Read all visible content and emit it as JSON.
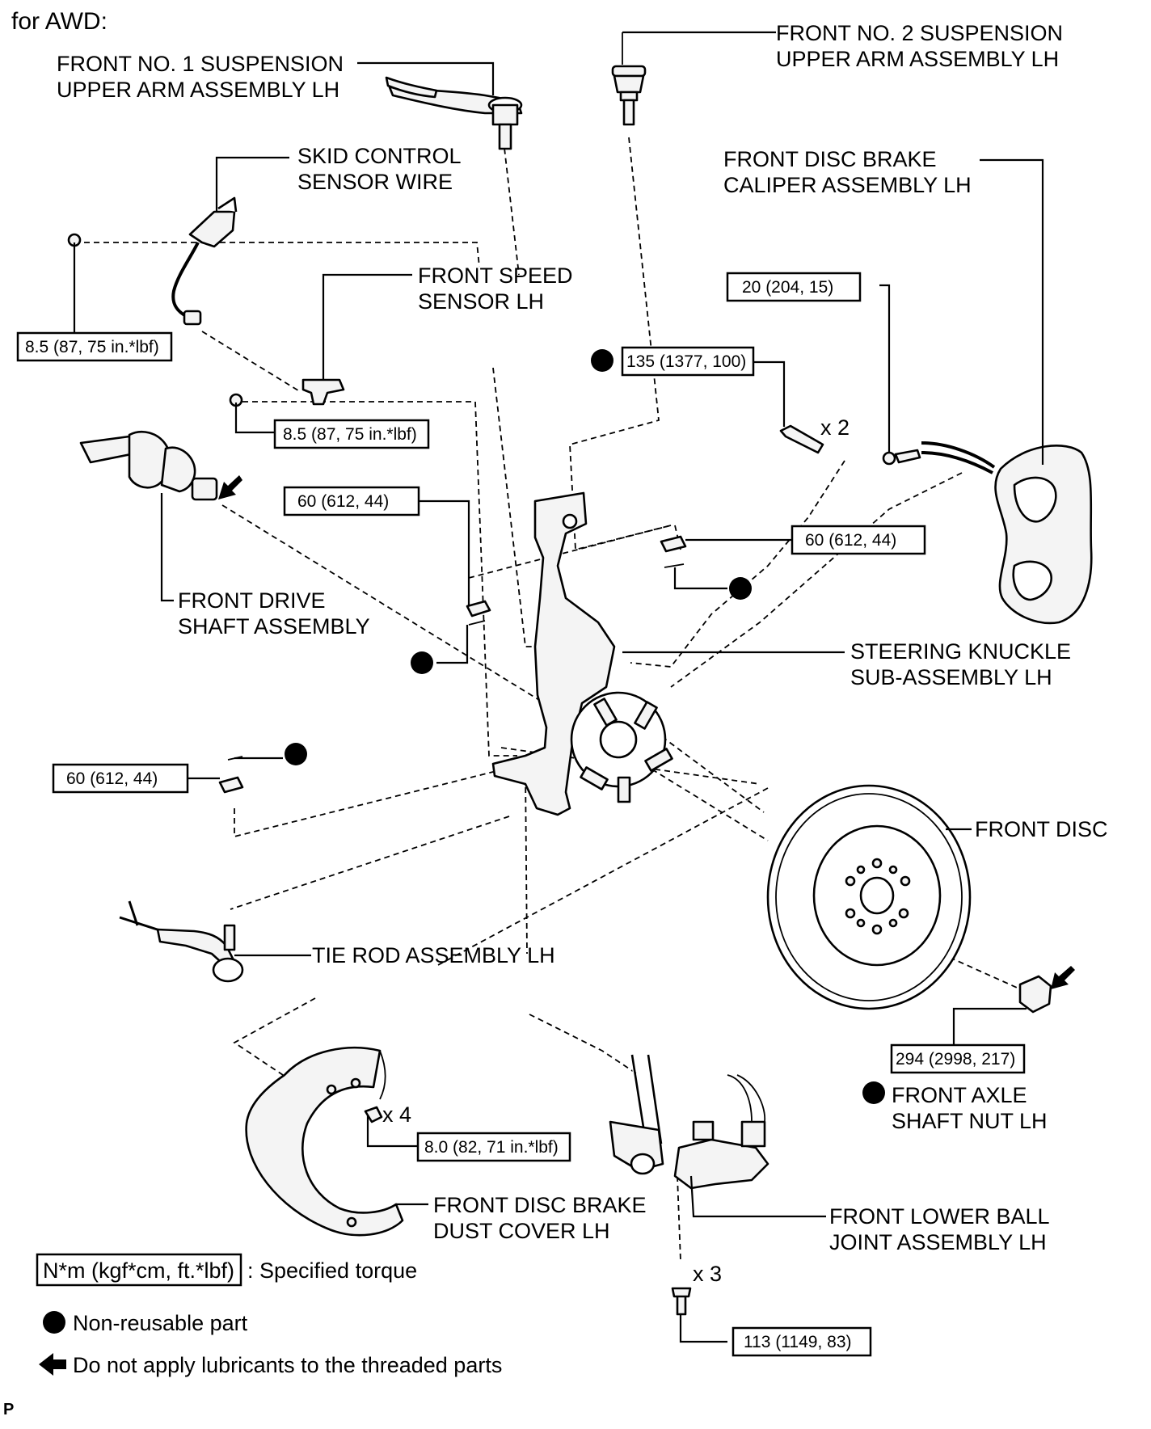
{
  "header": "for AWD:",
  "part_labels": {
    "upper_arm_no1": [
      "FRONT NO. 1 SUSPENSION",
      "UPPER ARM ASSEMBLY LH"
    ],
    "upper_arm_no2": [
      "FRONT NO. 2 SUSPENSION",
      "UPPER ARM ASSEMBLY LH"
    ],
    "skid_sensor_wire": [
      "SKID CONTROL",
      "SENSOR WIRE"
    ],
    "caliper": [
      "FRONT DISC BRAKE",
      "CALIPER ASSEMBLY LH"
    ],
    "speed_sensor": [
      "FRONT SPEED",
      "SENSOR LH"
    ],
    "drive_shaft": [
      "FRONT DRIVE",
      "SHAFT ASSEMBLY"
    ],
    "knuckle": [
      "STEERING KNUCKLE",
      "SUB-ASSEMBLY LH"
    ],
    "front_disc": "FRONT DISC",
    "tie_rod": "TIE ROD ASSEMBLY LH",
    "axle_nut": [
      "FRONT AXLE",
      "SHAFT NUT LH"
    ],
    "dust_cover": [
      "FRONT DISC BRAKE",
      "DUST COVER LH"
    ],
    "ball_joint": [
      "FRONT LOWER BALL",
      "JOINT ASSEMBLY LH"
    ]
  },
  "torques": {
    "wire_bolt": "8.5 (87, 75 in.*lbf)",
    "sensor_bolt": "8.5 (87, 75 in.*lbf)",
    "caliper_sensor_bolt": "20 (204, 15)",
    "caliper_bolts": "135 (1377, 100)",
    "upper_no1_nut": "60 (612, 44)",
    "upper_no2_nut": "60 (612, 44)",
    "tie_rod_nut": "60 (612, 44)",
    "axle_nut": "294 (2998, 217)",
    "dust_cover_bolt": "8.0 (82, 71 in.*lbf)",
    "ball_joint_bolt": "113 (1149, 83)"
  },
  "quantities": {
    "caliper_bolts": "x 2",
    "dust_cover_bolts": "x 4",
    "ball_joint_bolts": "x 3"
  },
  "legend": {
    "torque_unit": "N*m (kgf*cm, ft.*lbf)",
    "torque_text": ": Specified torque",
    "non_reusable": "Non-reusable part",
    "no_lubricant": "Do not apply lubricants to the threaded parts"
  },
  "corner_mark": "P"
}
